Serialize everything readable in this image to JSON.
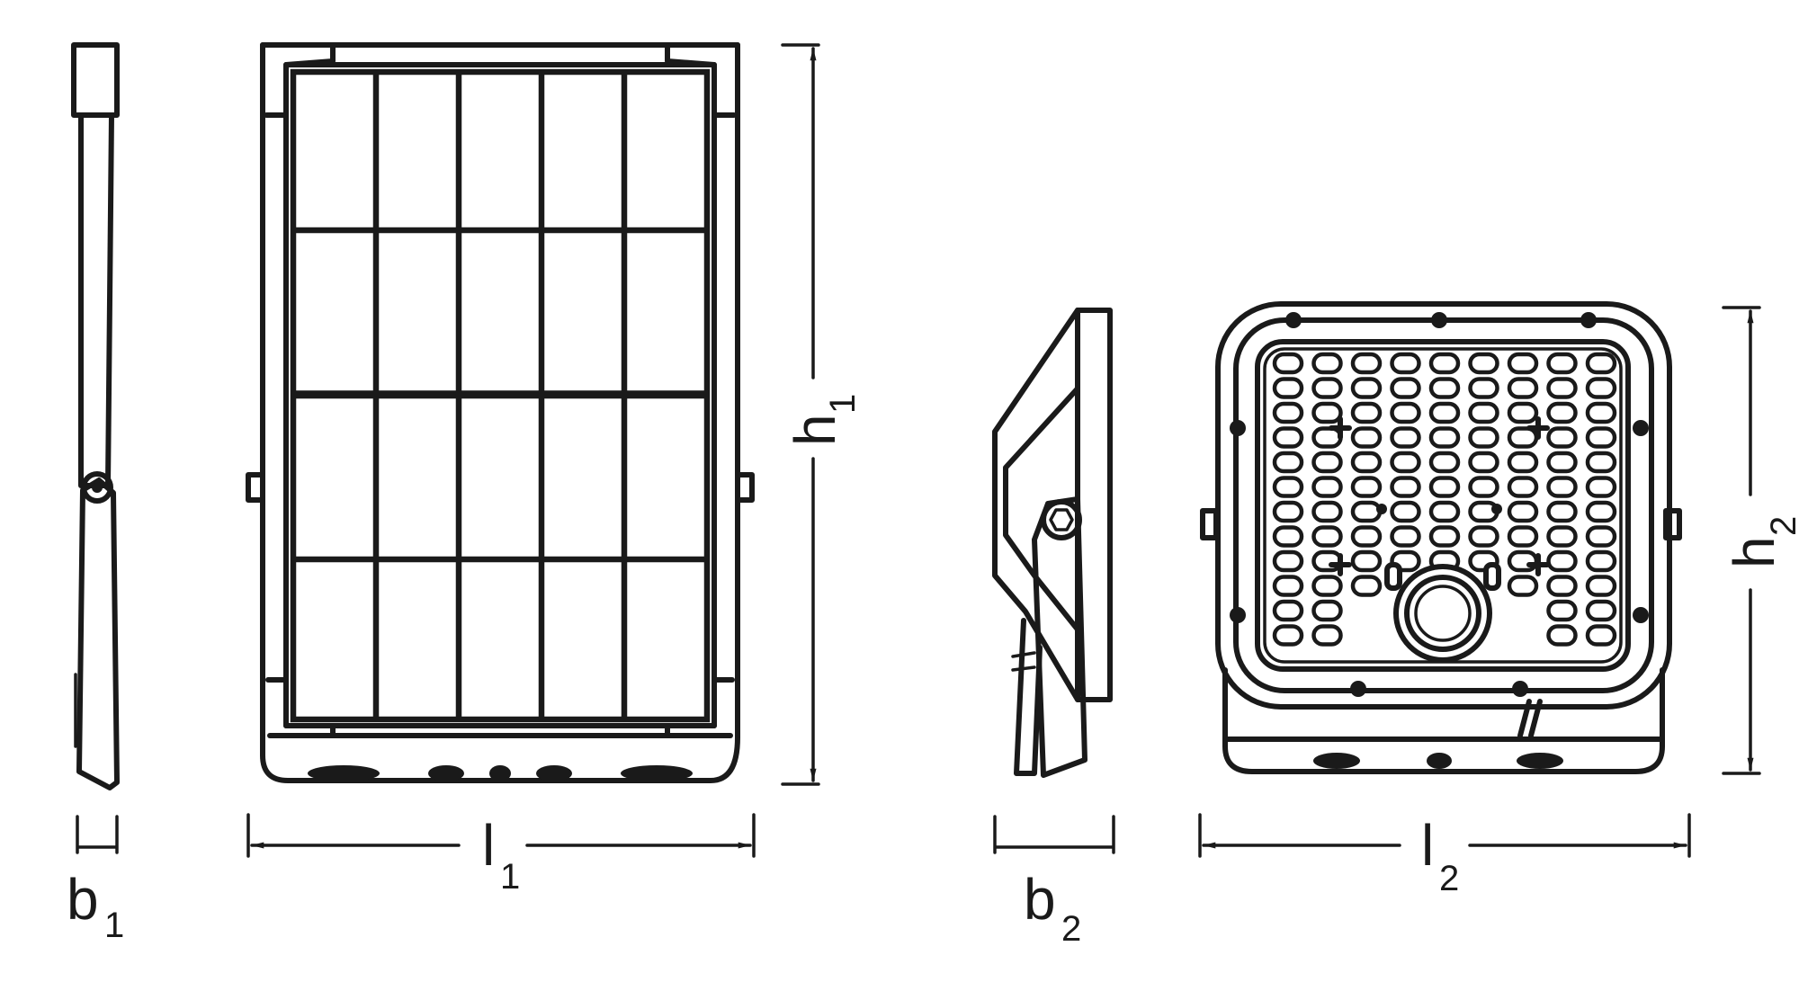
{
  "dimensions": {
    "b1": {
      "letter": "b",
      "sub": "1"
    },
    "l1": {
      "letter": "l",
      "sub": "1"
    },
    "h1": {
      "letter": "h",
      "sub": "1"
    },
    "b2": {
      "letter": "b",
      "sub": "2"
    },
    "l2": {
      "letter": "l",
      "sub": "2"
    },
    "h2": {
      "letter": "h",
      "sub": "2"
    }
  },
  "colors": {
    "line": "#1a1a1a",
    "background": "#ffffff"
  }
}
